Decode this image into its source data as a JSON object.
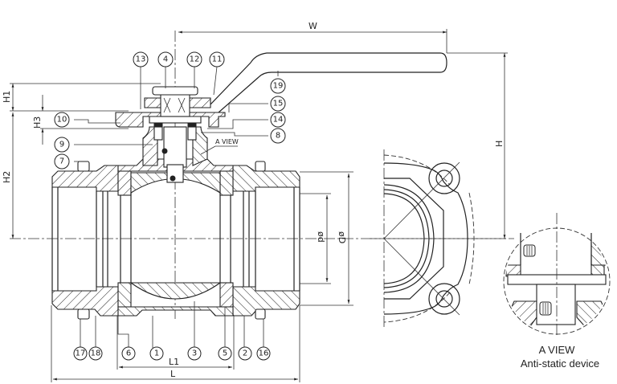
{
  "drawing": {
    "title": "3-piece ball valve sectional drawing",
    "dimensions": {
      "W": "W",
      "H": "H",
      "H1": "H1",
      "H2": "H2",
      "H3": "H3",
      "L": "L",
      "L1": "L1",
      "d": "ød",
      "D": "øD"
    },
    "part_balloons": {
      "top": [
        "13",
        "4",
        "12",
        "11"
      ],
      "right": [
        "19",
        "15",
        "14",
        "8"
      ],
      "left": [
        "10",
        "9",
        "7"
      ],
      "bottom": [
        "17",
        "18",
        "6",
        "1",
        "3",
        "5",
        "2",
        "16"
      ]
    },
    "section_note": "A VIEW",
    "detail_caption_line1": "A VIEW",
    "detail_caption_line2": "Anti-static device"
  }
}
